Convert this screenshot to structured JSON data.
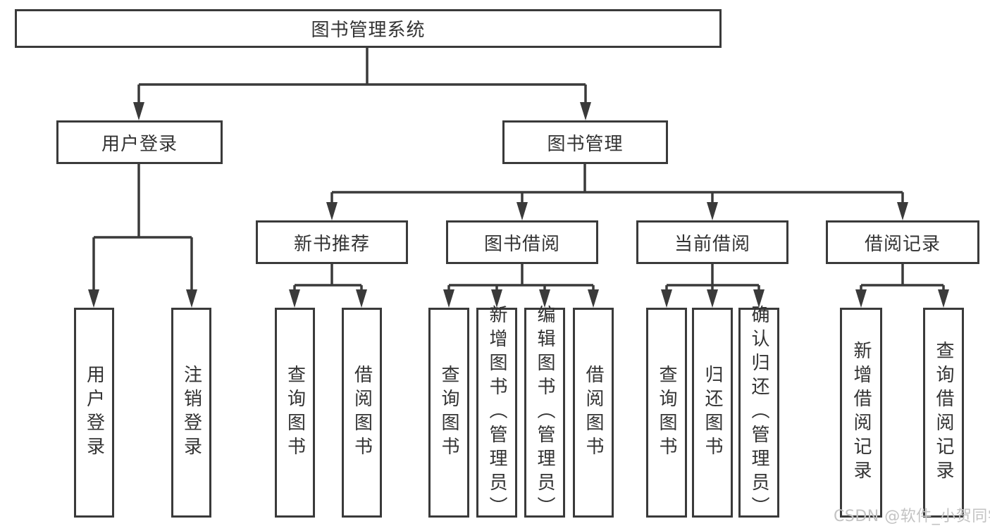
{
  "diagram_title": "图书管理系统",
  "tree": {
    "root": {
      "label": "图书管理系统",
      "children": [
        {
          "label": "用户登录",
          "children": [
            {
              "label": "用户登录"
            },
            {
              "label": "注销登录"
            }
          ]
        },
        {
          "label": "图书管理",
          "children": [
            {
              "label": "新书推荐",
              "children": [
                {
                  "label": "查询图书"
                },
                {
                  "label": "借阅图书"
                }
              ]
            },
            {
              "label": "图书借阅",
              "children": [
                {
                  "label": "查询图书"
                },
                {
                  "label": "新增图书（管理员）"
                },
                {
                  "label": "编辑图书（管理员）"
                },
                {
                  "label": "借阅图书"
                }
              ]
            },
            {
              "label": "当前借阅",
              "children": [
                {
                  "label": "查询图书"
                },
                {
                  "label": "归还图书"
                },
                {
                  "label": "确认归还（管理员）"
                }
              ]
            },
            {
              "label": "借阅记录",
              "children": [
                {
                  "label": "新增借阅记录"
                },
                {
                  "label": "查询借阅记录"
                }
              ]
            }
          ]
        }
      ]
    }
  },
  "watermark": {
    "text": "CSDN @软件_小贺同学"
  },
  "colors": {
    "line": "#3a3a3a",
    "box_border": "#3a3a3a",
    "text": "#333333",
    "background": "#ffffff",
    "watermark": "#c3c3c3"
  }
}
